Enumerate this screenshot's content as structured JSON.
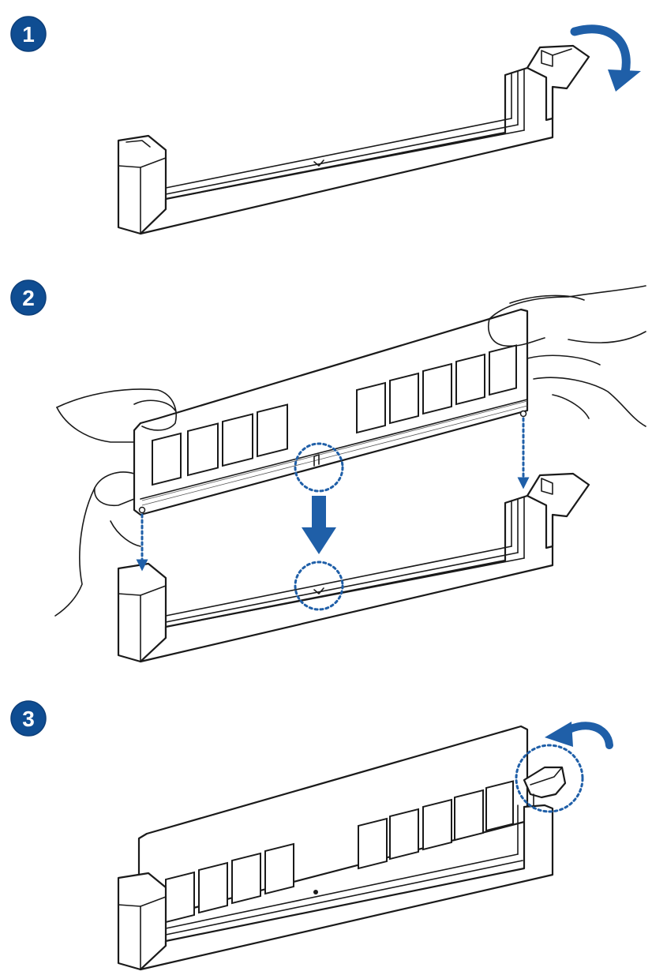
{
  "steps": [
    {
      "number": "1"
    },
    {
      "number": "2"
    },
    {
      "number": "3"
    }
  ],
  "colors": {
    "badge": "#0f4d92",
    "arrow": "#1f5fa8",
    "line": "#1a1a1a"
  }
}
